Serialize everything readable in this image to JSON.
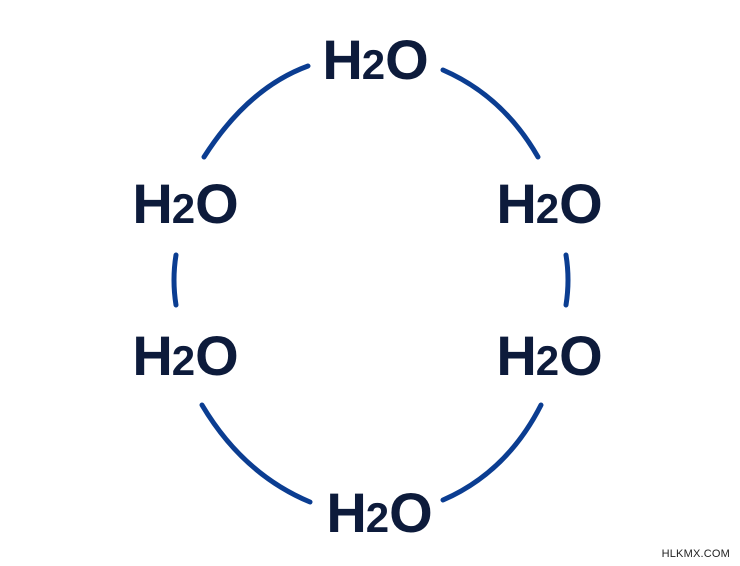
{
  "molecules": [
    {
      "symbol_h": "H",
      "subscript": "2",
      "symbol_o": "O"
    },
    {
      "symbol_h": "H",
      "subscript": "2",
      "symbol_o": "O"
    },
    {
      "symbol_h": "H",
      "subscript": "2",
      "symbol_o": "O"
    },
    {
      "symbol_h": "H",
      "subscript": "2",
      "symbol_o": "O"
    },
    {
      "symbol_h": "H",
      "subscript": "2",
      "symbol_o": "O"
    },
    {
      "symbol_h": "H",
      "subscript": "2",
      "symbol_o": "O"
    }
  ],
  "watermark": "HLKMX.COM",
  "colors": {
    "ring": "#0b3d91",
    "text": "#0d1b3b",
    "background": "#ffffff"
  }
}
